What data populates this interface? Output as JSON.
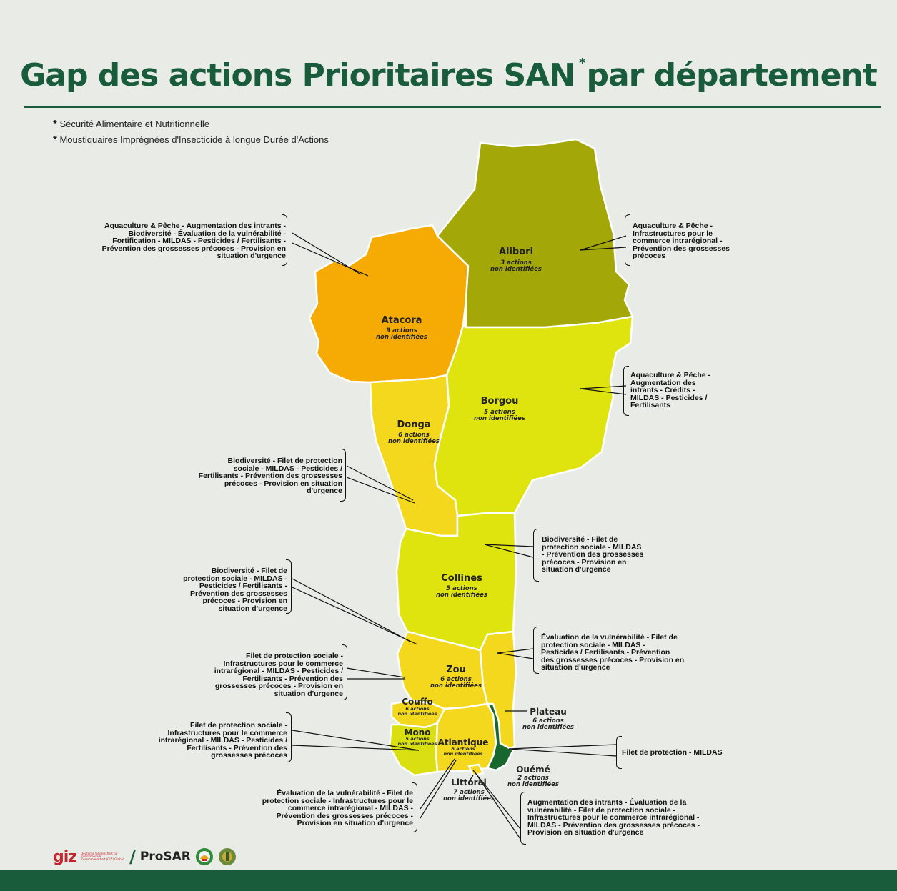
{
  "title": {
    "main": "Gap des actions Prioritaires SAN",
    "star": "*",
    "suffix": "par département"
  },
  "footnotes": [
    {
      "marker": "*",
      "text": "Sécurité Alimentaire et Nutritionnelle"
    },
    {
      "marker": "*",
      "text": "Moustiquaires Imprégnées d'Insecticide à longue Durée d'Actions"
    }
  ],
  "colors": {
    "title_green": "#185c3c",
    "alibori": "#a4a708",
    "atacora": "#f6aa04",
    "borgou": "#dfe40e",
    "collines": "#dfe40e",
    "donga": "#f4d81e",
    "zou": "#f4d81e",
    "couffo": "#f4d81e",
    "plateau": "#f4d81e",
    "atlantique": "#f4d81e",
    "mono": "#d9df10",
    "littoral": "#f4d81e",
    "oueme": "#18672e",
    "border": "#ffffff"
  },
  "departments": {
    "alibori": {
      "name": "Alibori",
      "count_line1": "3 actions",
      "count_line2": "non identifiées",
      "gaps": [
        "Aquaculture & Pêche -",
        "Infrastructures pour le",
        "commerce intrarégional -",
        "Prévention des grossesses",
        "précoces"
      ]
    },
    "atacora": {
      "name": "Atacora",
      "count_line1": "9 actions",
      "count_line2": "non identifiées",
      "gaps": [
        "Aquaculture & Pêche - Augmentation des intrants -",
        "Biodiversité - Évaluation de la vulnérabilité -",
        "Fortification - MILDAS - Pesticides / Fertilisants -",
        "Prévention des grossesses précoces - Provision en",
        "situation d'urgence"
      ]
    },
    "borgou": {
      "name": "Borgou",
      "count_line1": "5 actions",
      "count_line2": "non identifiées",
      "gaps": [
        "Aquaculture & Pêche -",
        "Augmentation des",
        "intrants - Crédits -",
        "MILDAS - Pesticides /",
        "Fertilisants"
      ]
    },
    "donga": {
      "name": "Donga",
      "count_line1": "6 actions",
      "count_line2": "non identifiées",
      "gaps": [
        "Biodiversité - Filet de protection",
        "sociale - MILDAS - Pesticides /",
        "Fertilisants - Prévention des grossesses",
        "précoces - Provision en situation",
        "d'urgence"
      ]
    },
    "collines": {
      "name": "Collines",
      "count_line1": "5 actions",
      "count_line2": "non identifiées",
      "gaps": [
        "Biodiversité - Filet de",
        "protection sociale - MILDAS",
        "- Prévention des grossesses",
        "précoces - Provision en",
        "situation d'urgence"
      ]
    },
    "zou": {
      "name": "Zou",
      "count_line1": "6 actions",
      "count_line2": "non identifiées",
      "gaps": [
        "Biodiversité - Filet de",
        "protection sociale - MILDAS -",
        "Pesticides / Fertilisants -",
        "Prévention des grossesses",
        "précoces - Provision en",
        "situation d'urgence"
      ]
    },
    "couffo": {
      "name": "Couffo",
      "count_line1": "6 actions",
      "count_line2": "non identifiées",
      "gaps": [
        "Filet de protection sociale -",
        "Infrastructures pour le commerce",
        "intrarégional - MILDAS - Pesticides /",
        "Fertilisants - Prévention des",
        "grossesses précoces - Provision en",
        "situation d'urgence"
      ]
    },
    "plateau": {
      "name": "Plateau",
      "count_line1": "6 actions",
      "count_line2": "non identifiées",
      "gaps": [
        "Évaluation de la vulnérabilité - Filet de",
        "protection sociale - MILDAS -",
        "Pesticides / Fertilisants - Prévention",
        "des grossesses précoces - Provision en",
        "situation d'urgence"
      ]
    },
    "mono": {
      "name": "Mono",
      "count_line1": "5 actions",
      "count_line2": "non identifiées",
      "gaps": [
        "Filet de protection sociale -",
        "Infrastructures pour le commerce",
        "intrarégional - MILDAS - Pesticides /",
        "Fertilisants - Prévention des",
        "grossesses précoces"
      ]
    },
    "oueme": {
      "name": "Ouémé",
      "count_line1": "2 actions",
      "count_line2": "non identifiées",
      "gaps": [
        "Filet de protection - MILDAS"
      ]
    },
    "atlantique": {
      "name": "Atlantique",
      "count_line1": "6 actions",
      "count_line2": "non identifiées",
      "gaps": [
        "Évaluation de la vulnérabilité - Filet de",
        "protection sociale - Infrastructures pour le",
        "commerce intrarégional - MILDAS -",
        "Prévention des grossesses précoces -",
        "Provision en situation d'urgence"
      ]
    },
    "littoral": {
      "name": "Littoral",
      "count_line1": "7 actions",
      "count_line2": "non identifiées",
      "gaps": [
        "Augmentation des intrants - Évaluation de la",
        "vulnérabilité - Filet de protection sociale -",
        "Infrastructures pour le commerce intrarégional -",
        "MILDAS - Prévention des grossesses précoces -",
        "Provision en situation d'urgence"
      ]
    }
  },
  "logos": {
    "giz": "giz",
    "giz_sub": "Deutsche Gesellschaft für Internationale Zusammenarbeit (GIZ) GmbH",
    "slash": "/",
    "prosar": "ProSAR",
    "emblem_1": "cais-emblem-icon",
    "emblem_2": "benin-emblem-icon"
  }
}
